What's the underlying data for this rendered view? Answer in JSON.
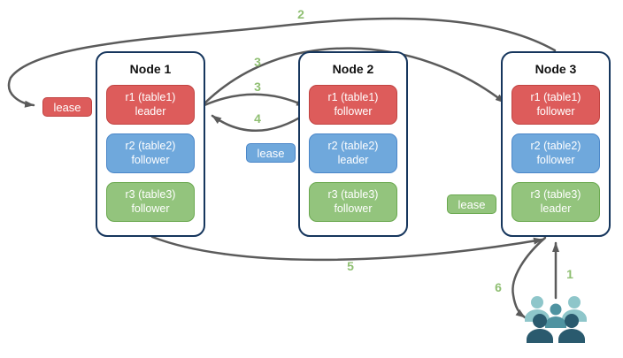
{
  "diagram": {
    "nodes": [
      {
        "title": "Node 1",
        "replicas": [
          {
            "name": "r1 (table1)",
            "role": "leader",
            "color_key": "red"
          },
          {
            "name": "r2 (table2)",
            "role": "follower",
            "color_key": "blue"
          },
          {
            "name": "r3 (table3)",
            "role": "follower",
            "color_key": "green"
          }
        ]
      },
      {
        "title": "Node 2",
        "replicas": [
          {
            "name": "r1 (table1)",
            "role": "follower",
            "color_key": "red"
          },
          {
            "name": "r2 (table2)",
            "role": "leader",
            "color_key": "blue"
          },
          {
            "name": "r3 (table3)",
            "role": "follower",
            "color_key": "green"
          }
        ]
      },
      {
        "title": "Node 3",
        "replicas": [
          {
            "name": "r1 (table1)",
            "role": "follower",
            "color_key": "red"
          },
          {
            "name": "r2 (table2)",
            "role": "follower",
            "color_key": "blue"
          },
          {
            "name": "r3 (table3)",
            "role": "leader",
            "color_key": "green"
          }
        ]
      }
    ],
    "leases": [
      {
        "label": "lease",
        "color_key": "red"
      },
      {
        "label": "lease",
        "color_key": "blue"
      },
      {
        "label": "lease",
        "color_key": "green"
      }
    ],
    "arrow_labels": {
      "a1": "1",
      "a2": "2",
      "a3_to_node3": "3",
      "a3_to_node2": "3",
      "a4": "4",
      "a5": "5",
      "a6": "6"
    },
    "icons": {
      "clients": "users-group-icon"
    },
    "colors": {
      "replica_red": "#dd5c5b",
      "red_border": "#c04341",
      "replica_blue": "#6fa8dc",
      "blue_border": "#4a86c8",
      "replica_green": "#93c47d",
      "green_border": "#6aa84f",
      "node_border": "#16365d",
      "arrow": "#5b5b5b",
      "label_green": "#8fbf72",
      "people_light": "#8ec6ca",
      "people_mid": "#4f93a1",
      "people_dark": "#2a5a6e"
    }
  }
}
